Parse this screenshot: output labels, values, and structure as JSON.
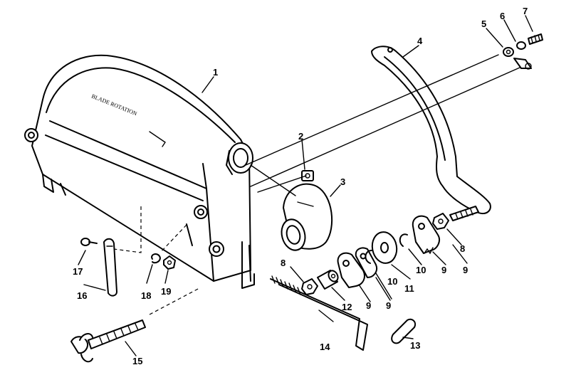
{
  "housing": {
    "stamped_text": "BLADE ROTATION"
  },
  "labels": {
    "l1": "1",
    "l2": "2",
    "l3": "3",
    "l4": "4",
    "l5": "5",
    "l6": "6",
    "l7": "7",
    "l8": "8",
    "l9": "9",
    "l10": "10",
    "l11": "11",
    "l12": "12",
    "l13": "13",
    "l14": "14",
    "l15": "15",
    "l16": "16",
    "l17": "17",
    "l18": "18",
    "l19": "19"
  },
  "colors": {
    "ink": "#000000",
    "background": "#ffffff"
  }
}
